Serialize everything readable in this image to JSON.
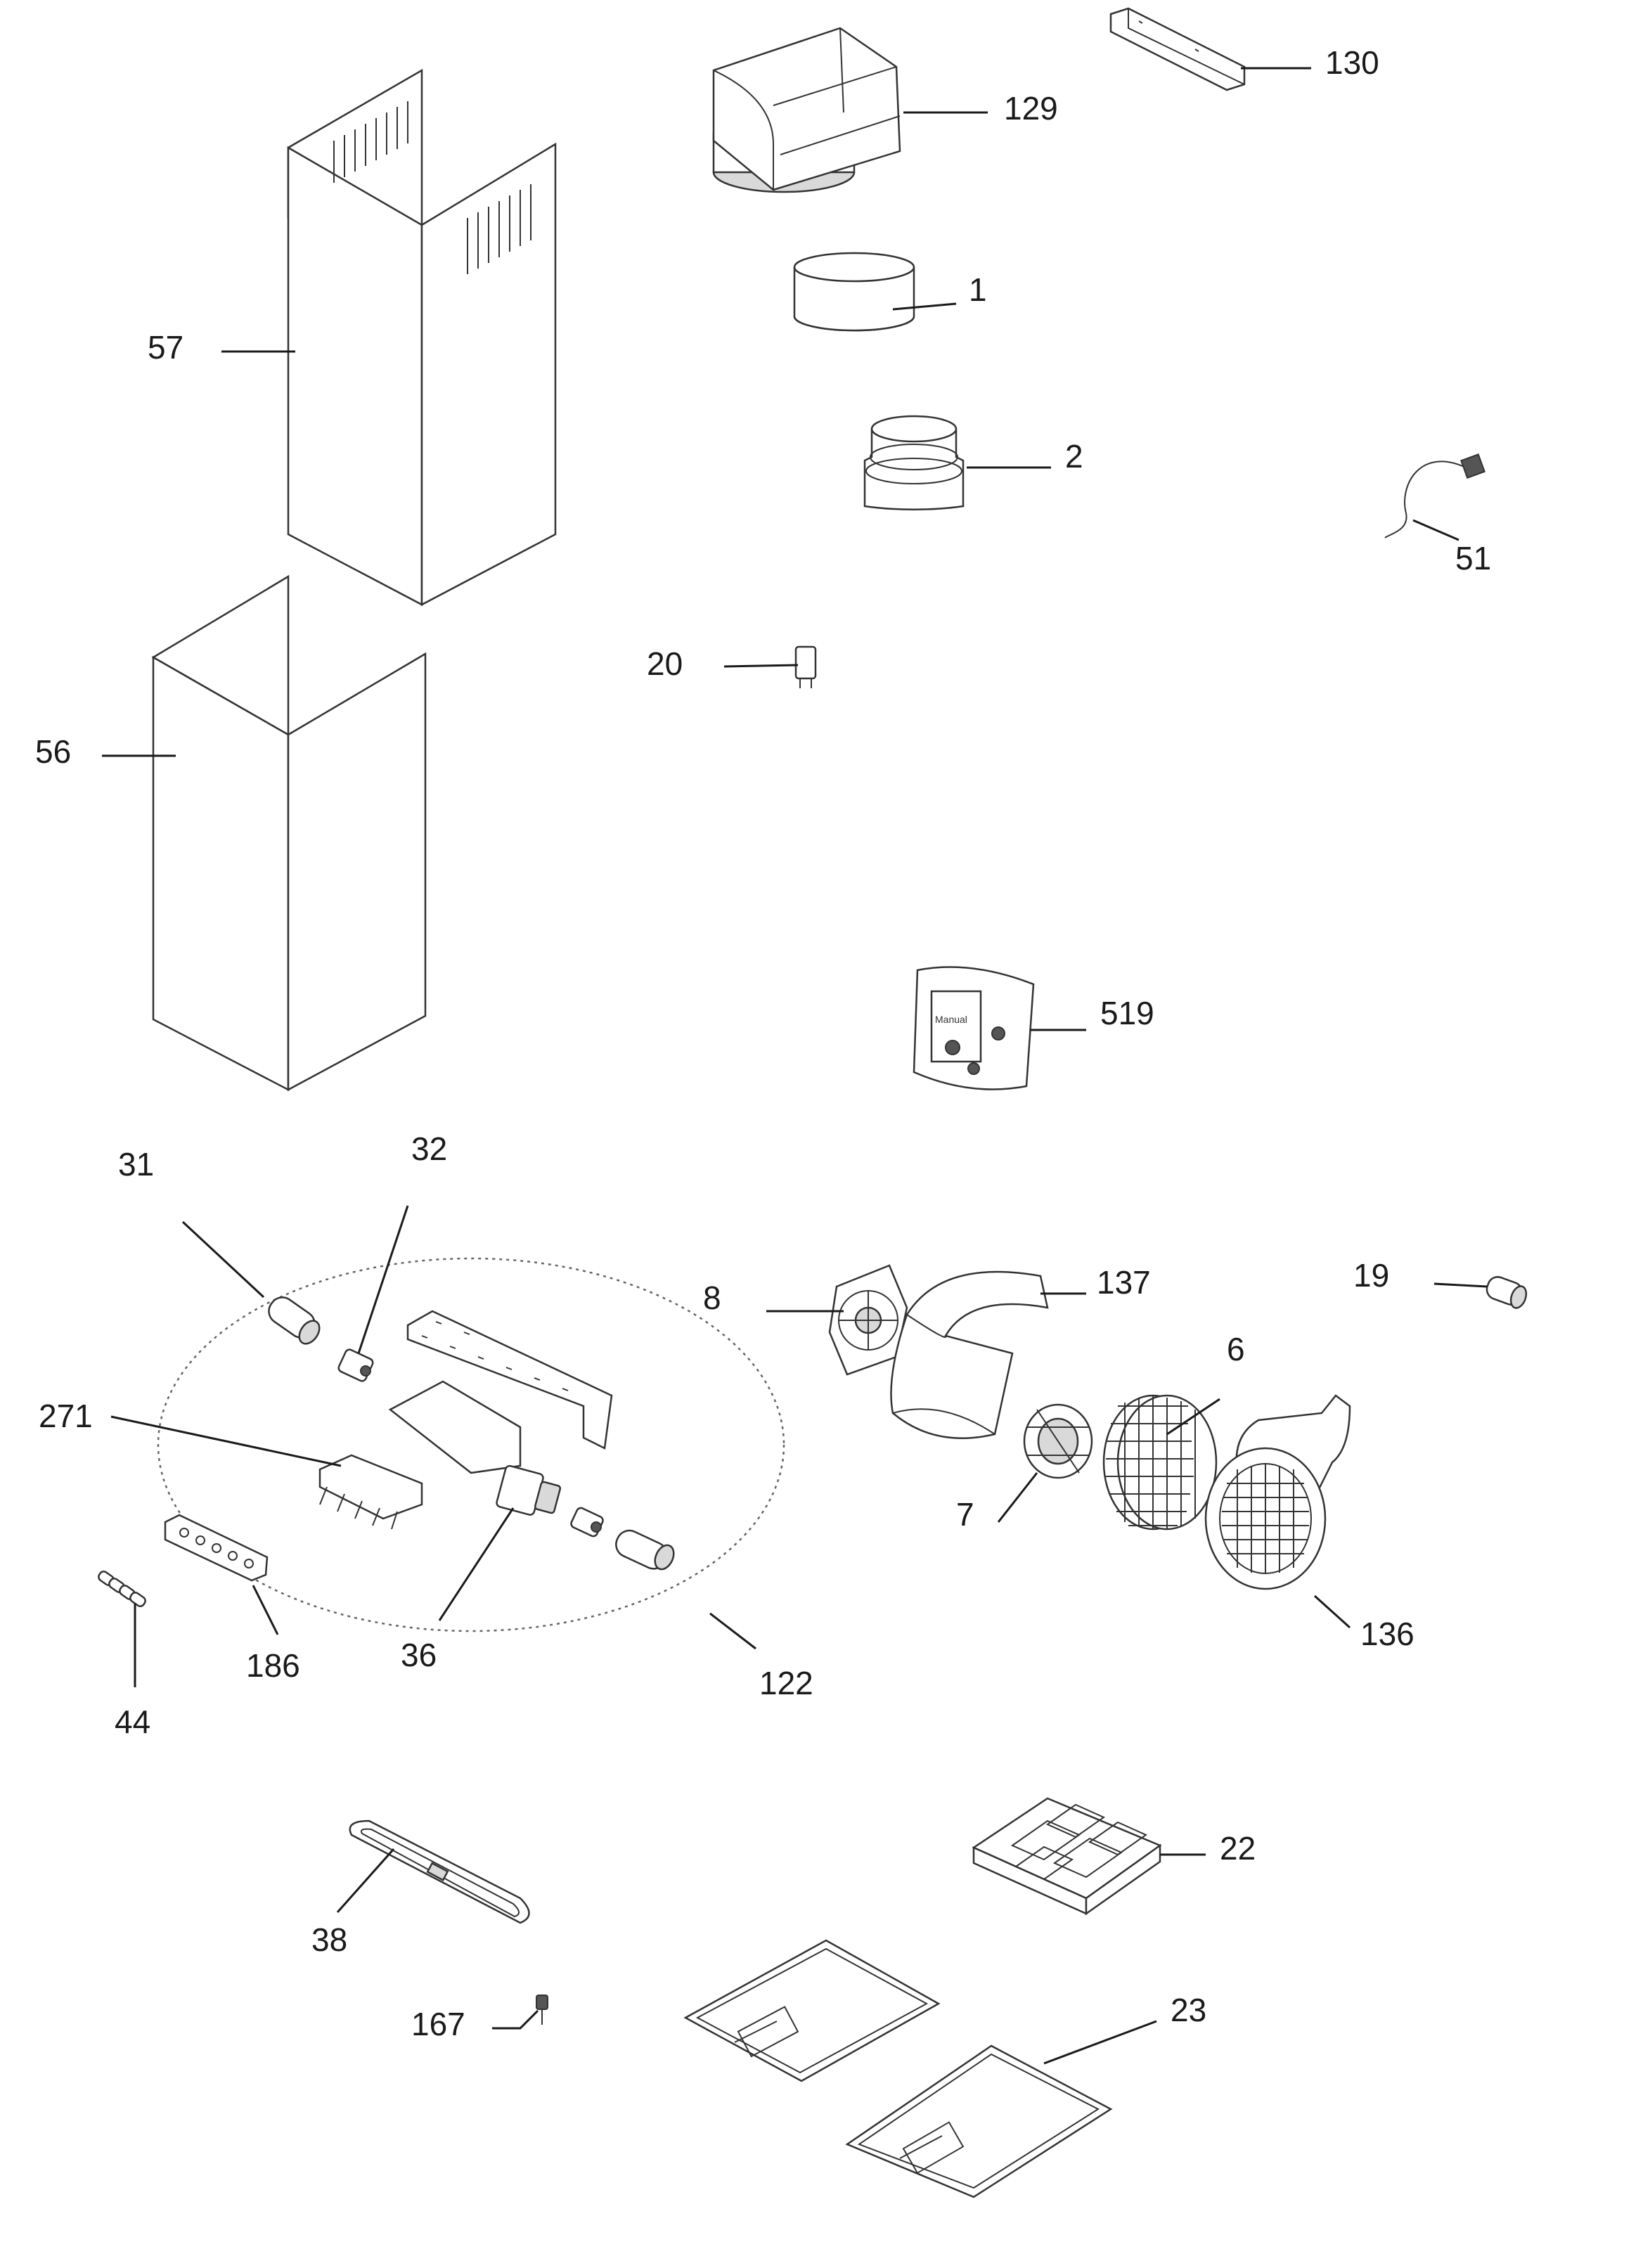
{
  "callouts": {
    "c1": "1",
    "c2": "2",
    "c6": "6",
    "c7": "7",
    "c8": "8",
    "c19": "19",
    "c20": "20",
    "c22": "22",
    "c23": "23",
    "c31": "31",
    "c32": "32",
    "c36": "36",
    "c38": "38",
    "c44": "44",
    "c51": "51",
    "c56": "56",
    "c57": "57",
    "c122": "122",
    "c129": "129",
    "c130": "130",
    "c136": "136",
    "c137": "137",
    "c167": "167",
    "c186": "186",
    "c271": "271",
    "c519": "519"
  },
  "bag_text": "Manual"
}
